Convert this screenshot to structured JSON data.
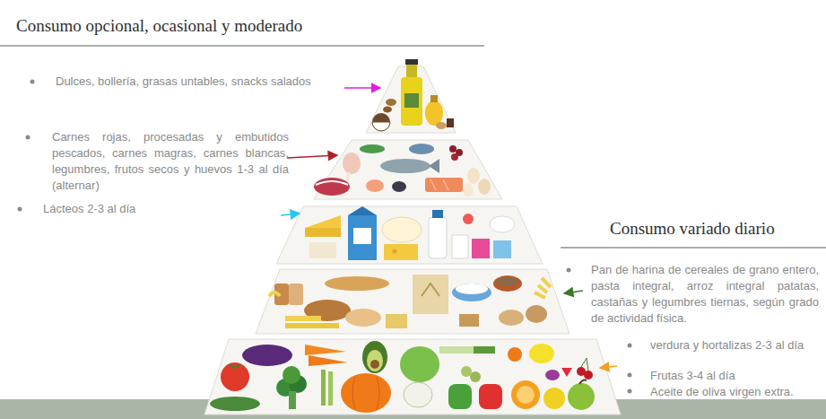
{
  "diagram": {
    "labels": [
      "Consumo opcional, ocasional y moderado",
      "Dulces, bollería, grasas untables, snacks salados",
      "Carnes rojas, procesadas y embutidos pescados, carnes magras, carnes blancas, legumbres, frutos secos y huevos 1-3 al día (alternar)",
      "Lácteos 2-3 al día",
      "Consumo variado diario",
      "Pan de harina de cereales de grano entero, pasta integral, arroz integral patatas, castañas y legumbres tiernas, según grado de actividad física.",
      "verdura y hortalizas 2-3 al día",
      "Frutas 3-4 al día",
      "Aceite de oliva virgen extra."
    ]
  }
}
